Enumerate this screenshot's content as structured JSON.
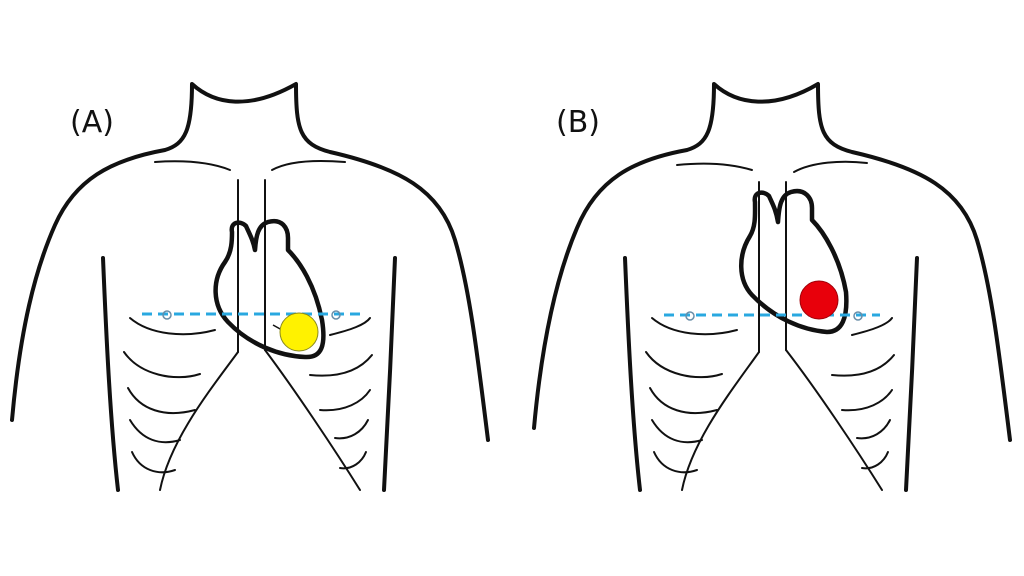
{
  "figure": {
    "panels": [
      {
        "label": "(A)",
        "marker_color": "#FFF200",
        "marker_name": "yellow-marker",
        "dashed_line_color": "#29A8E0"
      },
      {
        "label": "(B)",
        "marker_color": "#E8000B",
        "marker_name": "red-marker",
        "dashed_line_color": "#29A8E0"
      }
    ]
  }
}
